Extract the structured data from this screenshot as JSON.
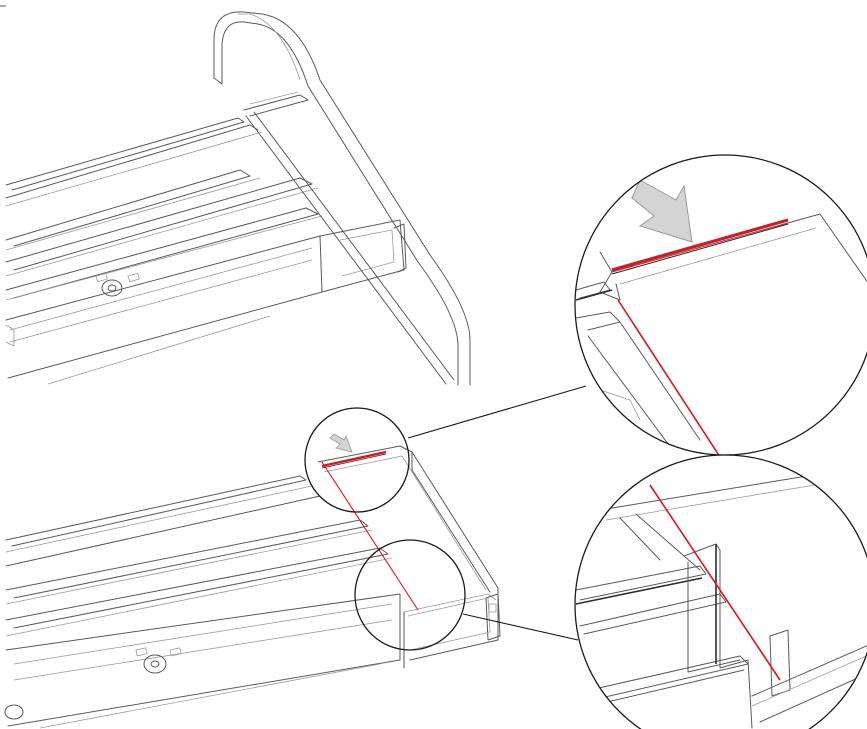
{
  "figure": {
    "views": [
      {
        "name": "before-view"
      },
      {
        "name": "after-view"
      }
    ],
    "callouts": [
      {
        "name": "callout-top-edge",
        "detail": "detail-zoom-top"
      },
      {
        "name": "callout-bottom-edge",
        "detail": "detail-zoom-bottom"
      }
    ]
  },
  "colors": {
    "line": "#5a5a5a",
    "line_light": "#9a9a9a",
    "highlight": "#e0151b",
    "arrow_fill": "#d4d4d4",
    "arrow_stroke": "#9a9a9a",
    "frame": "#1a1a1a",
    "background": "#ffffff"
  },
  "icons": {
    "indicator_arrow": "down-right-arrow-icon",
    "screw": "screw-icon"
  }
}
